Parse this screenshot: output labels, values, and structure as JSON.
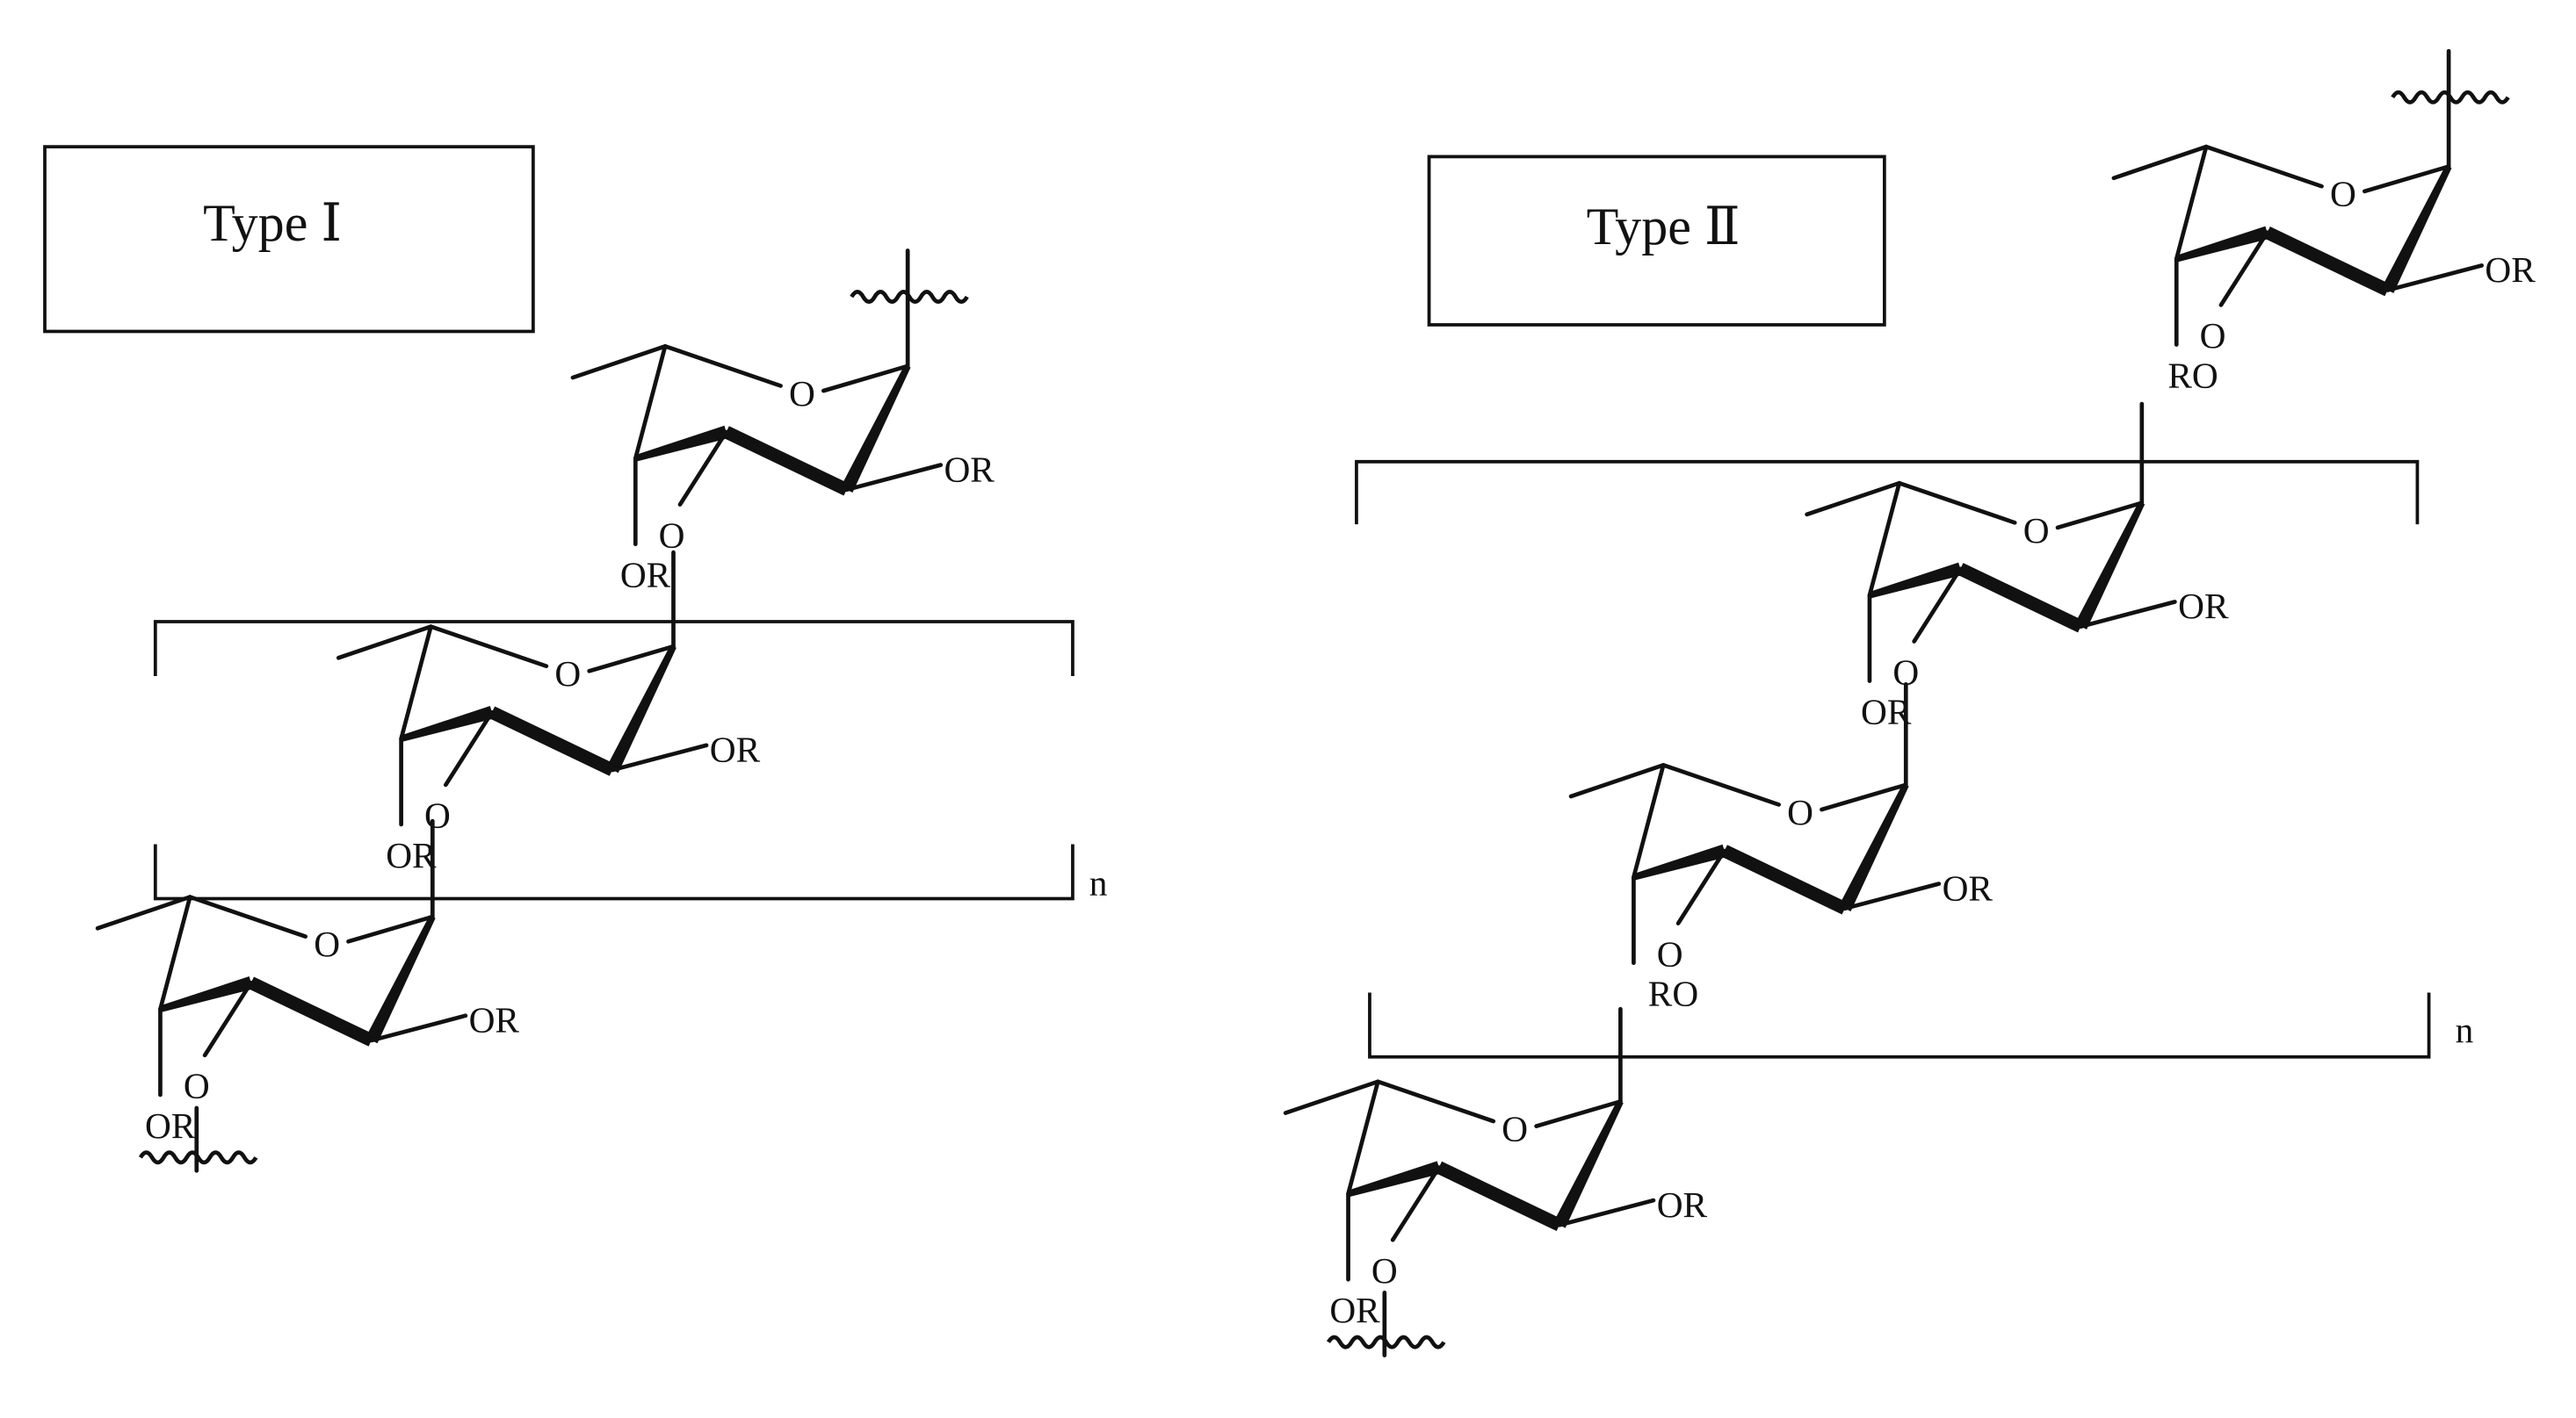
{
  "panels": [
    {
      "id": "type-i",
      "title": "Type Ⅰ",
      "repeat_subscript": "n",
      "residues": [
        {
          "substituent_right": "OR",
          "substituent_left": "OR",
          "ring_oxygen": "O",
          "linkage_oxygen": "O"
        },
        {
          "substituent_right": "OR",
          "substituent_left": "OR",
          "ring_oxygen": "O",
          "linkage_oxygen": "O"
        },
        {
          "substituent_right": "OR",
          "substituent_left": "OR",
          "ring_oxygen": "O",
          "linkage_oxygen": "O"
        }
      ]
    },
    {
      "id": "type-ii",
      "title": "Type Ⅱ",
      "repeat_subscript": "n",
      "residues": [
        {
          "substituent_right": "OR",
          "substituent_left": "RO",
          "ring_oxygen": "O",
          "linkage_oxygen": "O"
        },
        {
          "substituent_right": "OR",
          "substituent_left": "OR",
          "ring_oxygen": "O",
          "linkage_oxygen": "O"
        },
        {
          "substituent_right": "OR",
          "substituent_left": "RO",
          "ring_oxygen": "O",
          "linkage_oxygen": "O"
        },
        {
          "substituent_right": "OR",
          "substituent_left": "OR",
          "ring_oxygen": "O",
          "linkage_oxygen": "O"
        }
      ]
    }
  ],
  "colors": {
    "stroke": "#111111",
    "background": "#ffffff"
  }
}
